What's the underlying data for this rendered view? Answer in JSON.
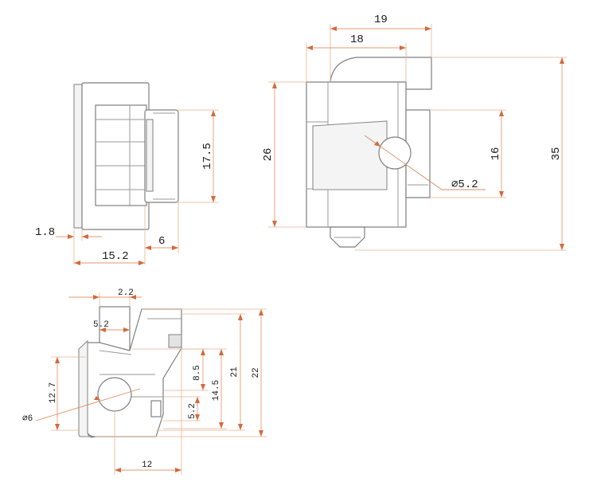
{
  "dimensions": {
    "front": {
      "height_17_5": "17.5",
      "lip_1_8": "1.8",
      "depth_15_2": "15.2",
      "pin_6": "6"
    },
    "side": {
      "width_19": "19",
      "width_18": "18",
      "height_26": "26",
      "height_16": "16",
      "height_35": "35",
      "hole_dia_5_2": "⌀5.2"
    },
    "top": {
      "offset_2_2": "2.2",
      "slot_5_2": "5.2",
      "height_12_7": "12.7",
      "hole_dia_6": "⌀6",
      "height_8_5": "8.5",
      "height_14_5": "14.5",
      "height_5_2": "5.2",
      "height_21": "21",
      "height_22": "22",
      "width_12": "12"
    }
  },
  "colors": {
    "outline": "#7f7f7f",
    "dimension_line": "#e39a73",
    "arrowhead": "#d26a3c",
    "text": "#1a1a1a",
    "background": "#ffffff"
  }
}
